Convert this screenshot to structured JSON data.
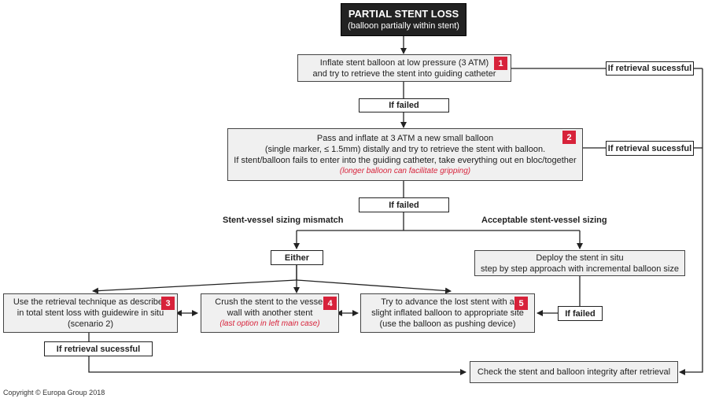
{
  "title": {
    "line1": "PARTIAL STENT LOSS",
    "line2": "(balloon partially within stent)"
  },
  "step1": {
    "number": "1",
    "line1": "Inflate stent balloon at low pressure (3 ATM)",
    "line2": "and try to retrieve the stent into guiding catheter"
  },
  "step2": {
    "number": "2",
    "line1": "Pass and inflate at 3 ATM a new small balloon",
    "line2": "(single marker, ≤ 1.5mm) distally and try to retrieve the stent with balloon.",
    "line3": "If stent/balloon fails to enter into the guiding catheter, take everything out en bloc/together",
    "note": "(longer balloon can facilitate gripping)"
  },
  "step3": {
    "number": "3",
    "line1": "Use the retrieval technique as described",
    "line2": "in total stent loss with guidewire in situ",
    "line3": "(scenario 2)"
  },
  "step4": {
    "number": "4",
    "line1": "Crush the stent to the vessel",
    "line2": "wall with another stent",
    "note": "(last option in left main case)"
  },
  "step5": {
    "number": "5",
    "line1": "Try to advance the lost stent with a",
    "line2": "slight inflated balloon to appropriate site",
    "line3": "(use the balloon as pushing device)"
  },
  "deploy": {
    "line1": "Deploy the stent in situ",
    "line2": "step by step approach with incremental balloon size"
  },
  "final": {
    "text": "Check the stent and balloon integrity after retrieval"
  },
  "labels": {
    "if_failed": "If failed",
    "if_retrieval_successful": "If retrieval sucessful",
    "either": "Either",
    "mismatch": "Stent-vessel sizing mismatch",
    "acceptable": "Acceptable stent-vessel sizing"
  },
  "copyright": "Copyright © Europa Group 2018",
  "colors": {
    "accent": "#d7223a",
    "title_bg": "#222222",
    "box_bg": "#f0f0f0"
  }
}
